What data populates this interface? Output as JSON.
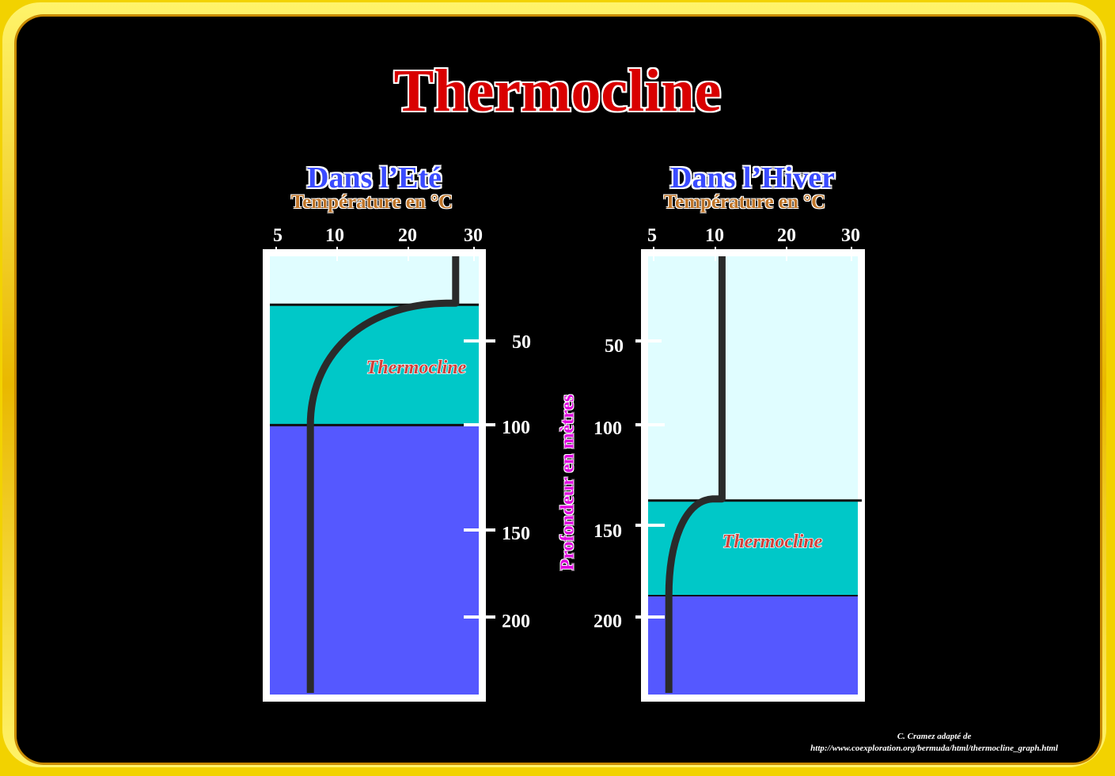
{
  "title": "Thermocline",
  "temperature_axis_label": "Température en °C",
  "depth_axis_label": "Profondeur en mètres",
  "temperature_ticks": [
    "5",
    "10",
    "20",
    "30"
  ],
  "depth_ticks": [
    "50",
    "100",
    "150",
    "200"
  ],
  "panels": [
    {
      "season": "Dans l’Eté",
      "zone_label": "Thermocline",
      "mixed_layer_temperature_c": 26,
      "deep_water_temperature_c": 9,
      "thermocline_top_depth_m": 27,
      "thermocline_bottom_depth_m": 94
    },
    {
      "season": "Dans l’Hiver",
      "zone_label": "Thermocline",
      "mixed_layer_temperature_c": 14,
      "deep_water_temperature_c": 7,
      "thermocline_top_depth_m": 136,
      "thermocline_bottom_depth_m": 189
    }
  ],
  "credit": {
    "line1": "C. Cramez adapté de",
    "line2": "http://www.coexploration.org/bermuda/html/thermocline_graph.html"
  },
  "colors": {
    "surface_water": "#e0fdff",
    "thermocline_water": "#00c8c8",
    "deep_water": "#5558ff",
    "profile_line": "#2a2a2a"
  }
}
